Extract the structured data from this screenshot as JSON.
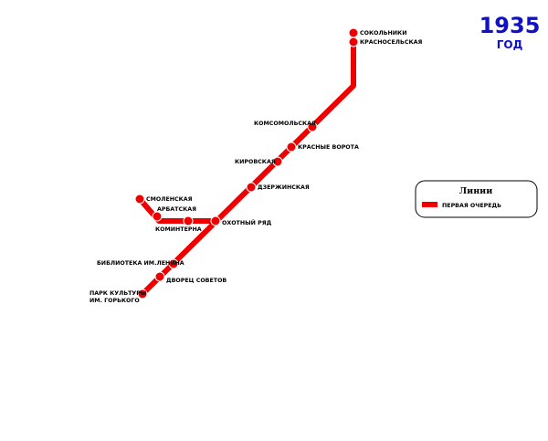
{
  "header": {
    "year": "1935",
    "year_caption": "ГОД"
  },
  "legend": {
    "title": "Линии",
    "items": [
      {
        "label": "ПЕРВАЯ ОЧЕРЕДЬ",
        "color": "#ee0000"
      }
    ]
  },
  "colors": {
    "line": "#ee0000",
    "year": "#1010c8",
    "background": "#ffffff"
  },
  "stations": {
    "sokolniki": "СОКОЛЬНИКИ",
    "krasnoselskaya": "КРАСНОСЕЛЬСКАЯ",
    "komsomolskaya": "КОМСОМОЛЬСКАЯ",
    "krasnye_vorota": "КРАСНЫЕ ВОРОТА",
    "kirovskaya": "КИРОВСКАЯ",
    "dzerzhinskaya": "ДЗЕРЖИНСКАЯ",
    "smolenskaya": "СМОЛЕНСКАЯ",
    "arbatskaya": "АРБАТСКАЯ",
    "kominterna": "КОМИНТЕРНА",
    "okhotny_ryad": "ОХОТНЫЙ РЯД",
    "biblioteka": "БИБЛИОТЕКА ИМ.ЛЕНИНА",
    "dvorets_sovetov": "ДВОРЕЦ СОВЕТОВ",
    "park_kultury_1": "ПАРК КУЛЬТУРЫ",
    "park_kultury_2": "ИМ. ГОРЬКОГО"
  }
}
